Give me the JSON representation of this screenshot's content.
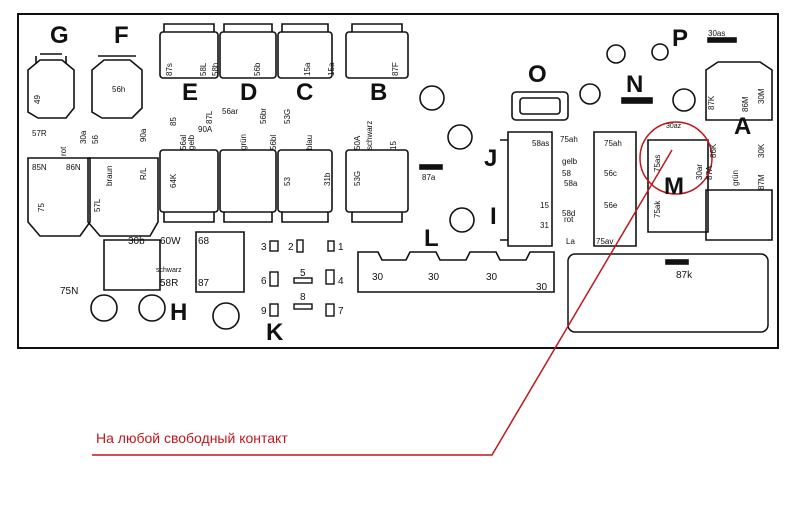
{
  "diagram": {
    "blocks": {
      "G": "G",
      "F": "F",
      "E": "E",
      "D": "D",
      "C": "C",
      "B": "B",
      "O": "O",
      "N": "N",
      "P": "P",
      "A": "A",
      "J": "J",
      "I": "I",
      "L": "L",
      "M": "M",
      "H": "H",
      "K": "K"
    },
    "terminals": {
      "t30as": "30as",
      "t30az": "30az",
      "t49": "49",
      "t56h": "56h",
      "t87s": "87s",
      "t57R": "57R",
      "t30a_g": "30a",
      "t56_g": "56",
      "t90a": "90a",
      "t85N": "85N",
      "t86N": "86N",
      "t75": "75",
      "t57L": "57L",
      "t58L": "58L",
      "t58h": "58h",
      "t56b": "56b",
      "t15a_b": "15a",
      "t15a_c": "15a",
      "t87F": "87F",
      "t56ar": "56ar",
      "t56br": "56br",
      "t87L": "87L",
      "t56bl": "56bl",
      "t53G_c": "53G",
      "t85": "85",
      "t15": "15",
      "t56al": "56al",
      "t87a": "87a",
      "t90A": "90A",
      "t53": "53",
      "t31b": "31b",
      "t50A": "50A",
      "t53G_b": "53G",
      "t64K": "64K",
      "t58as": "58as",
      "t75ah": "75ah",
      "t58a": "58a",
      "t56c": "56c",
      "t58d": "58d",
      "t56e": "56e",
      "t75av": "75av",
      "t75as": "75as",
      "t30ar": "30ar",
      "t87K": "87K",
      "t30K": "30K",
      "t86K": "86K",
      "t30M": "30M",
      "t86M": "86M",
      "t87M": "87M",
      "t87A": "87A",
      "t75ak": "75ak",
      "t30b": "30b",
      "t60W": "60W",
      "t68": "68",
      "t58R": "58R",
      "t87_h": "87",
      "t75N": "75N",
      "t87k": "87k",
      "t15_j": "15",
      "t31": "31",
      "t58_j": "58"
    },
    "wire_colors": {
      "rot_g": "rot",
      "rot_j": "rot",
      "braun": "braun",
      "gelb_d": "gelb",
      "gelb_j": "gelb",
      "grun_d": "grün",
      "grun_a": "grün",
      "blau": "blau",
      "schwarz_b": "schwarz",
      "schwarz_h": "schwarz",
      "r_l": "R/L",
      "la": "La"
    },
    "relay_pins": {
      "k1": "1",
      "k2": "2",
      "k3": "3",
      "k4": "4",
      "k5": "5",
      "k6": "6",
      "k7": "7",
      "k8": "8",
      "k9": "9"
    },
    "bus_bar_labels": [
      "30",
      "30",
      "30",
      "30"
    ],
    "annotation": "На любой свободный контакт",
    "colors": {
      "ink": "#111111",
      "highlight": "#c0171d"
    }
  }
}
